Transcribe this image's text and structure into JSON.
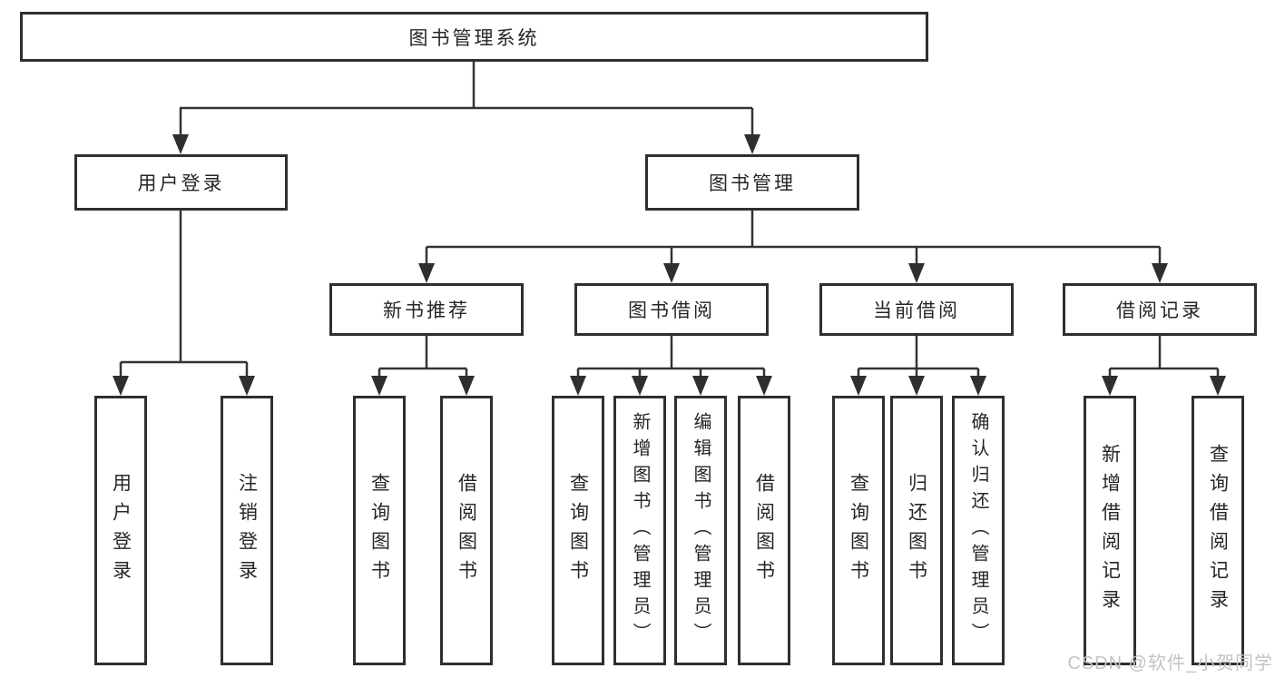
{
  "diagram": {
    "root": {
      "label": "图书管理系统"
    },
    "level2": [
      {
        "label": "用户登录"
      },
      {
        "label": "图书管理"
      }
    ],
    "level3": [
      {
        "label": "新书推荐",
        "parent": "图书管理"
      },
      {
        "label": "图书借阅",
        "parent": "图书管理"
      },
      {
        "label": "当前借阅",
        "parent": "图书管理"
      },
      {
        "label": "借阅记录",
        "parent": "图书管理"
      }
    ],
    "leaves": [
      {
        "label": "用户登录",
        "parent": "用户登录"
      },
      {
        "label": "注销登录",
        "parent": "用户登录"
      },
      {
        "label": "查询图书",
        "parent": "新书推荐"
      },
      {
        "label": "借阅图书",
        "parent": "新书推荐"
      },
      {
        "label": "查询图书",
        "parent": "图书借阅"
      },
      {
        "label": "新增图书（管理员）",
        "parent": "图书借阅"
      },
      {
        "label": "编辑图书（管理员）",
        "parent": "图书借阅"
      },
      {
        "label": "借阅图书",
        "parent": "图书借阅"
      },
      {
        "label": "查询图书",
        "parent": "当前借阅"
      },
      {
        "label": "归还图书",
        "parent": "当前借阅"
      },
      {
        "label": "确认归还（管理员）",
        "parent": "当前借阅"
      },
      {
        "label": "新增借阅记录",
        "parent": "借阅记录"
      },
      {
        "label": "查询借阅记录",
        "parent": "借阅记录"
      }
    ],
    "colors": {
      "line": "#333333",
      "box_border": "#2f2f2f",
      "text": "#262626",
      "background": "#ffffff"
    }
  },
  "watermark": {
    "text": "CSDN @软件_小贺同学",
    "color": "#c3c3c3"
  }
}
